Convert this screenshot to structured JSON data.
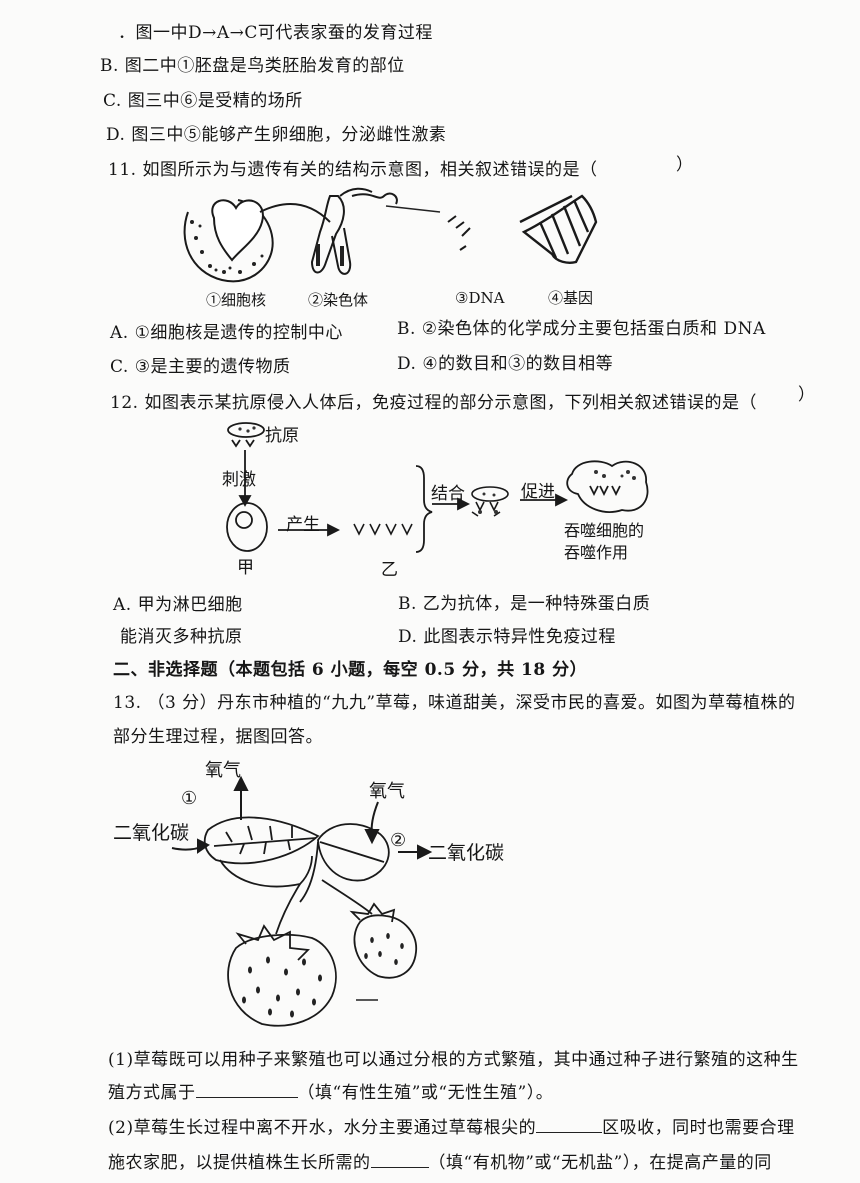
{
  "q10_options": {
    "a": "．图一中D→A→C可代表家蚕的发育过程",
    "b": "B. 图二中①胚盘是鸟类胚胎发育的部位",
    "c": "C. 图三中⑥是受精的场所",
    "d": "D. 图三中⑤能够产生卵细胞，分泌雌性激素"
  },
  "q11": {
    "stem": "11. 如图所示为与遗传有关的结构示意图，相关叙述错误的是（",
    "close": "）",
    "labels": [
      "①细胞核",
      "②染色体",
      "③DNA",
      "④基因"
    ],
    "opt_a": "A. ①细胞核是遗传的控制中心",
    "opt_b": "B. ②染色体的化学成分主要包括蛋白质和 DNA",
    "opt_c": "C. ③是主要的遗传物质",
    "opt_d": "D. ④的数目和③的数目相等"
  },
  "q12": {
    "stem": "12. 如图表示某抗原侵入人体后，免疫过程的部分示意图，下列相关叙述错误的是（",
    "close": "）",
    "diagram": {
      "antigen": "抗原",
      "stimulate": "刺激",
      "produce": "产生",
      "combine": "结合",
      "promote": "促进",
      "jia": "甲",
      "yi": "乙",
      "phago_1": "吞噬细胞的",
      "phago_2": "吞噬作用"
    },
    "opt_a": "A. 甲为淋巴细胞",
    "opt_b": "B. 乙为抗体，是一种特殊蛋白质",
    "opt_c": "能消灭多种抗原",
    "opt_d": "D. 此图表示特异性免疫过程"
  },
  "section2": {
    "heading": "二、非选择题（本题包括 6 小题，每空 0.5 分，共 18 分）"
  },
  "q13": {
    "stem_1": "13. （3 分）丹东市种植的“九九”草莓，味道甜美，深受市民的喜爱。如图为草莓植株的",
    "stem_2": "部分生理过程，据图回答。",
    "diagram": {
      "oxygen_left": "氧气",
      "oxygen_right": "氧气",
      "co2_left": "二氧化碳",
      "co2_right": "二氧化碳",
      "mark_1": "①",
      "mark_2": "②"
    },
    "p1_a": "(1)草莓既可以用种子来繁殖也可以通过分根的方式繁殖，其中通过种子进行繁殖的这种生",
    "p1_b_pre": "殖方式属于",
    "p1_b_post": "（填“有性生殖”或“无性生殖”）。",
    "p2_a_pre": "(2)草莓生长过程中离不开水，水分主要通过草莓根尖的",
    "p2_a_post": "区吸收，同时也需要合理",
    "p3_pre": "施农家肥，以提供植株生长所需的",
    "p3_post": "（填“有机物”或“无机盐”），在提高产量的同"
  }
}
